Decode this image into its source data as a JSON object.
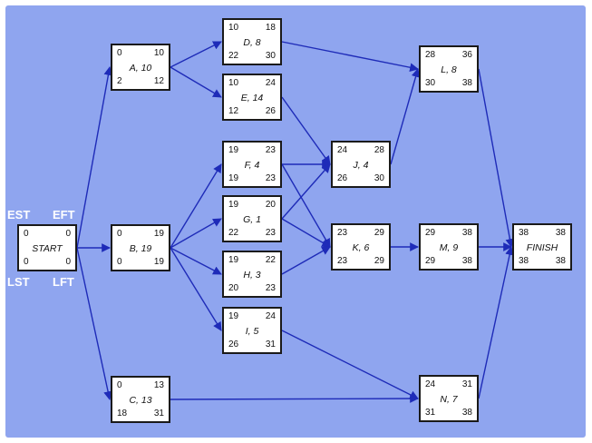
{
  "legend": {
    "est": "EST",
    "eft": "EFT",
    "lst": "LST",
    "lft": "LFT"
  },
  "nodes": [
    {
      "id": "start",
      "label": "START",
      "est": "0",
      "eft": "0",
      "lst": "0",
      "lft": "0"
    },
    {
      "id": "a",
      "label": "A, 10",
      "est": "0",
      "eft": "10",
      "lst": "2",
      "lft": "12"
    },
    {
      "id": "b",
      "label": "B, 19",
      "est": "0",
      "eft": "19",
      "lst": "0",
      "lft": "19"
    },
    {
      "id": "c",
      "label": "C, 13",
      "est": "0",
      "eft": "13",
      "lst": "18",
      "lft": "31"
    },
    {
      "id": "d",
      "label": "D, 8",
      "est": "10",
      "eft": "18",
      "lst": "22",
      "lft": "30"
    },
    {
      "id": "e",
      "label": "E, 14",
      "est": "10",
      "eft": "24",
      "lst": "12",
      "lft": "26"
    },
    {
      "id": "f",
      "label": "F, 4",
      "est": "19",
      "eft": "23",
      "lst": "19",
      "lft": "23"
    },
    {
      "id": "g",
      "label": "G, 1",
      "est": "19",
      "eft": "20",
      "lst": "22",
      "lft": "23"
    },
    {
      "id": "h",
      "label": "H, 3",
      "est": "19",
      "eft": "22",
      "lst": "20",
      "lft": "23"
    },
    {
      "id": "i",
      "label": "I, 5",
      "est": "19",
      "eft": "24",
      "lst": "26",
      "lft": "31"
    },
    {
      "id": "j",
      "label": "J, 4",
      "est": "24",
      "eft": "28",
      "lst": "26",
      "lft": "30"
    },
    {
      "id": "k",
      "label": "K, 6",
      "est": "23",
      "eft": "29",
      "lst": "23",
      "lft": "29"
    },
    {
      "id": "l",
      "label": "L, 8",
      "est": "28",
      "eft": "36",
      "lst": "30",
      "lft": "38"
    },
    {
      "id": "m",
      "label": "M, 9",
      "est": "29",
      "eft": "38",
      "lst": "29",
      "lft": "38"
    },
    {
      "id": "n",
      "label": "N, 7",
      "est": "24",
      "eft": "31",
      "lst": "31",
      "lft": "38"
    },
    {
      "id": "finish",
      "label": "FINISH",
      "est": "38",
      "eft": "38",
      "lst": "38",
      "lft": "38"
    }
  ],
  "edges": [
    [
      "start",
      "a"
    ],
    [
      "start",
      "b"
    ],
    [
      "start",
      "c"
    ],
    [
      "a",
      "d"
    ],
    [
      "a",
      "e"
    ],
    [
      "b",
      "f"
    ],
    [
      "b",
      "g"
    ],
    [
      "b",
      "h"
    ],
    [
      "b",
      "i"
    ],
    [
      "d",
      "l"
    ],
    [
      "e",
      "j"
    ],
    [
      "f",
      "j"
    ],
    [
      "f",
      "k"
    ],
    [
      "g",
      "j"
    ],
    [
      "g",
      "k"
    ],
    [
      "h",
      "k"
    ],
    [
      "i",
      "n"
    ],
    [
      "c",
      "n"
    ],
    [
      "j",
      "l"
    ],
    [
      "k",
      "m"
    ],
    [
      "l",
      "finish"
    ],
    [
      "m",
      "finish"
    ],
    [
      "n",
      "finish"
    ]
  ],
  "colors": {
    "background": "#8fa5ef",
    "edge": "#1e2bb8",
    "node_border": "#1a1a1a",
    "node_fill": "#ffffff",
    "legend_text": "#ffffff"
  }
}
